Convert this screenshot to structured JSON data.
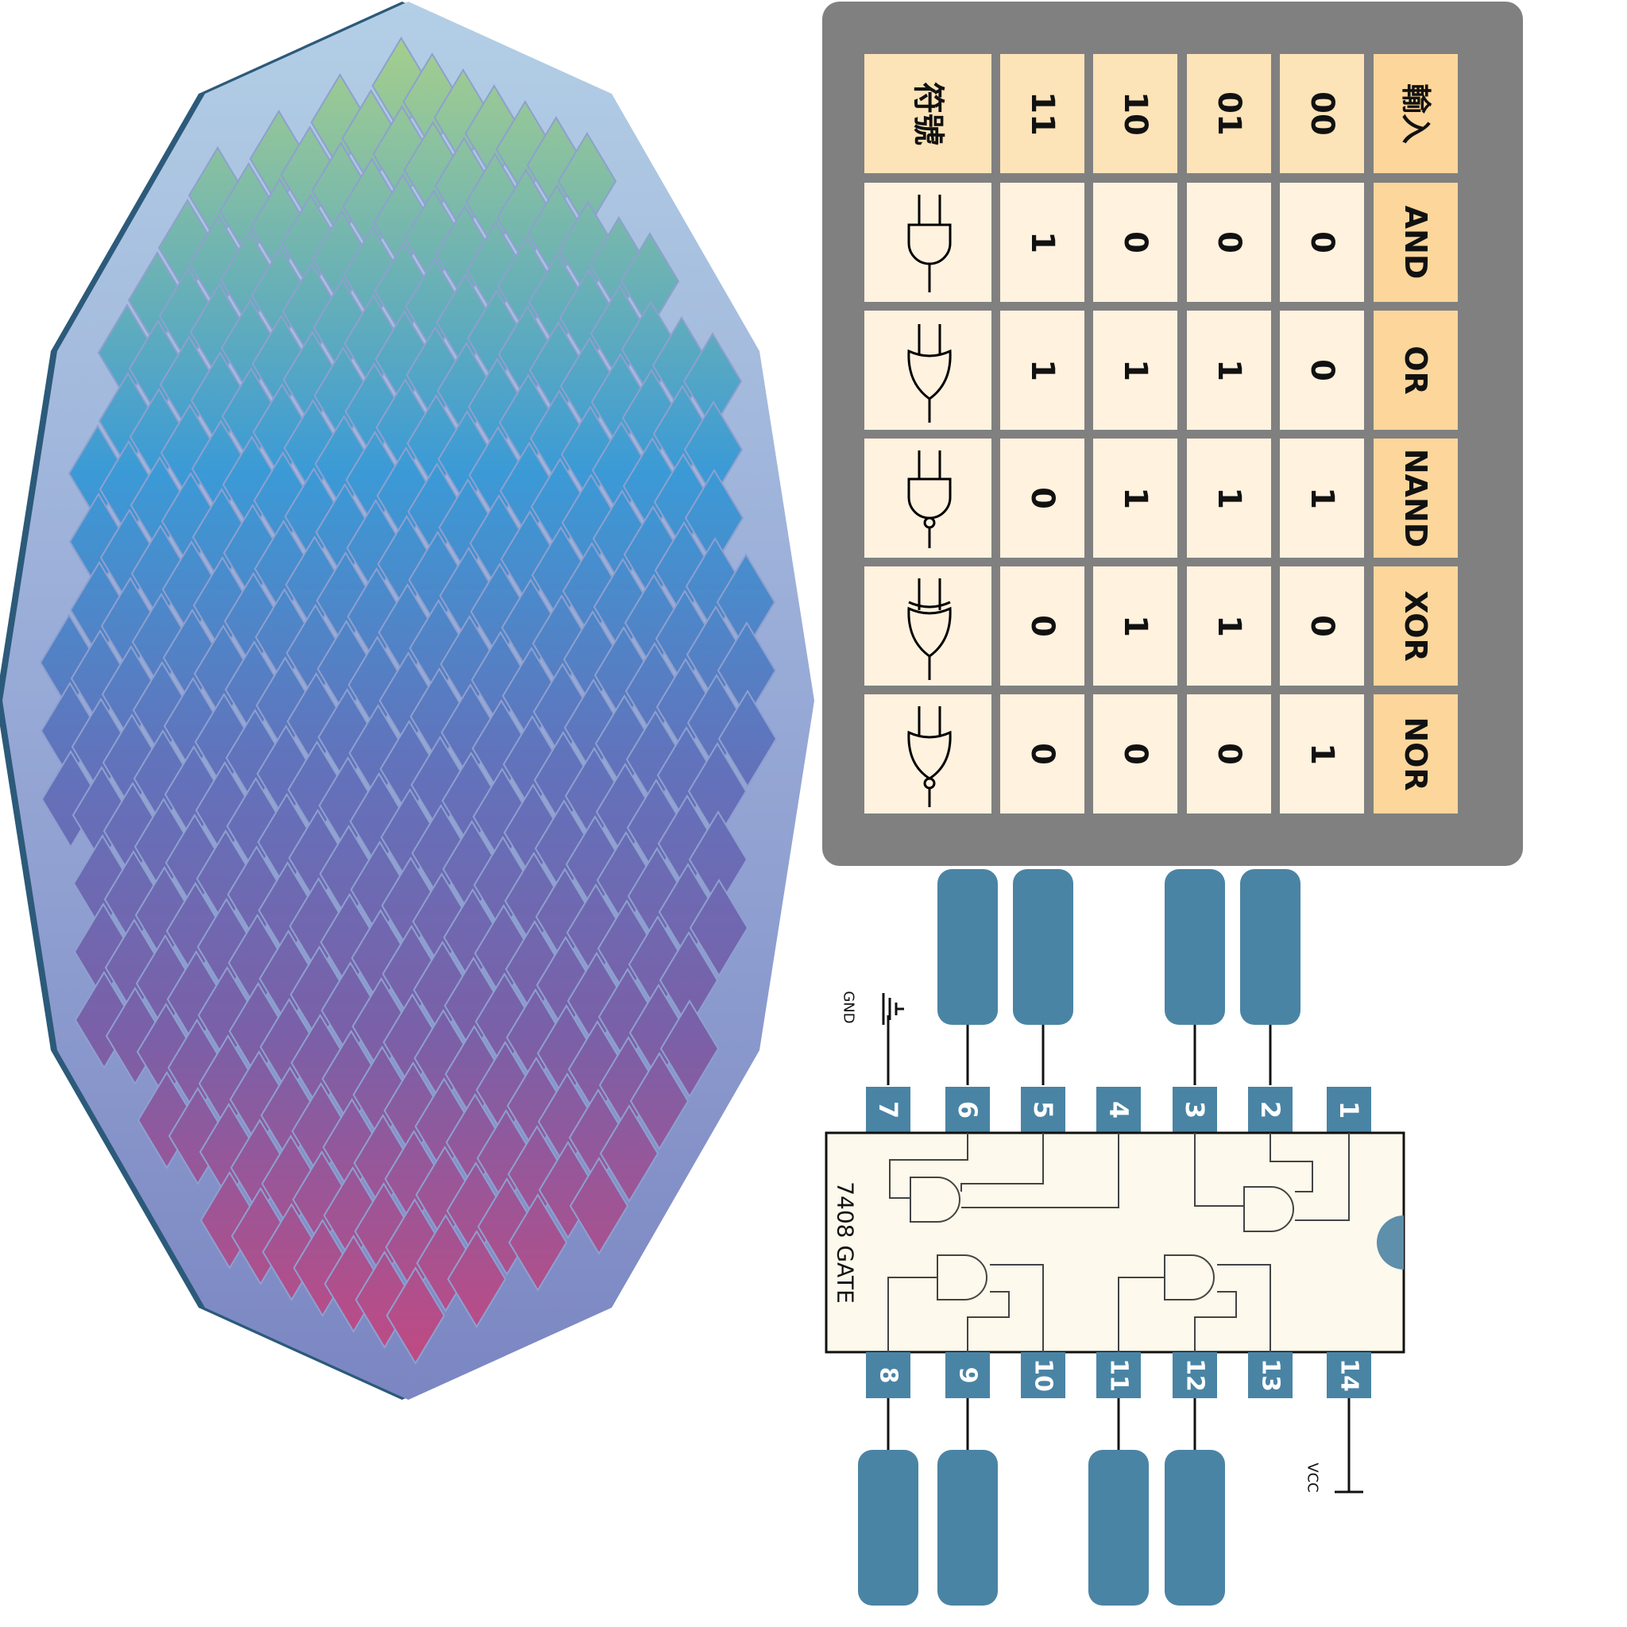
{
  "truth_table": {
    "header": [
      "輸入",
      "00",
      "01",
      "10",
      "11",
      "符號"
    ],
    "rows": [
      {
        "gate": "AND",
        "outputs": [
          "0",
          "0",
          "0",
          "1"
        ]
      },
      {
        "gate": "OR",
        "outputs": [
          "0",
          "1",
          "1",
          "1"
        ]
      },
      {
        "gate": "NAND",
        "outputs": [
          "1",
          "1",
          "1",
          "0"
        ]
      },
      {
        "gate": "XOR",
        "outputs": [
          "0",
          "1",
          "1",
          "0"
        ]
      },
      {
        "gate": "NOR",
        "outputs": [
          "1",
          "0",
          "0",
          "0"
        ]
      }
    ]
  },
  "chip": {
    "label": "7408 GATE",
    "top_pins": [
      "7",
      "6",
      "5",
      "4",
      "3",
      "2",
      "1"
    ],
    "bottom_pins": [
      "8",
      "9",
      "10",
      "11",
      "12",
      "13",
      "14"
    ],
    "gnd_label": "GND",
    "vcc_label": "VCC"
  },
  "colors": {
    "wafer_fill": "#9eb6db",
    "wafer_edge": "#2c5a7a",
    "die_top": "#9fcc8c",
    "die_mid": "#3a9ad6",
    "die_low": "#7a5fa8",
    "die_bottom": "#b34c86",
    "table_frame": "#808080",
    "table_header": "#fdd9a0",
    "table_cell": "#fff2df",
    "pin": "#4a84a4",
    "chip_body": "#fdf9ec"
  }
}
